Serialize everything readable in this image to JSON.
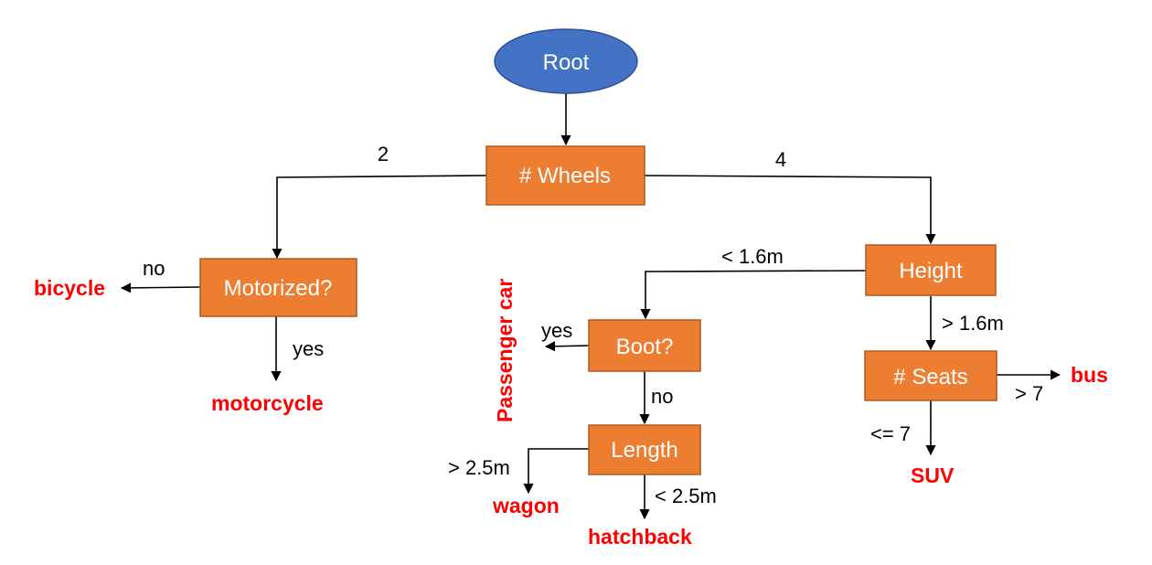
{
  "colors": {
    "root_fill": "#4472c4",
    "root_stroke": "#2f528f",
    "node_fill": "#ed7d31",
    "node_stroke": "#ae5a21",
    "leaf_text": "#ff0000",
    "node_text": "#ffffff",
    "line": "#000000"
  },
  "nodes": {
    "root": "Root",
    "wheels": "# Wheels",
    "motorized": "Motorized?",
    "height": "Height",
    "boot": "Boot?",
    "seats": "# Seats",
    "length": "Length"
  },
  "edges": {
    "two": "2",
    "four": "4",
    "no_motor": "no",
    "yes_motor": "yes",
    "height_low": "< 1.6m",
    "height_high": "> 1.6m",
    "boot_yes": "yes",
    "boot_no": "no",
    "seats_gt": "> 7",
    "seats_le": "<= 7",
    "length_gt": "> 2.5m",
    "length_lt": "< 2.5m"
  },
  "leaves": {
    "bicycle": "bicycle",
    "motorcycle": "motorcycle",
    "passenger_car": "Passenger car",
    "bus": "bus",
    "suv": "SUV",
    "wagon": "wagon",
    "hatchback": "hatchback"
  }
}
